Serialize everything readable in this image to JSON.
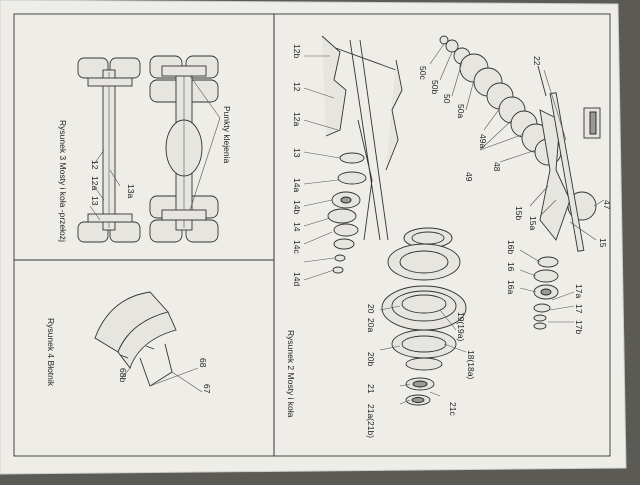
{
  "figures": {
    "fig3": {
      "caption": "Rysunek 3 Mosty i koła -przełożj",
      "label_punkty": "Punkty klejenia",
      "callouts": [
        "12",
        "12a",
        "13",
        "13a"
      ]
    },
    "fig4": {
      "caption": "Rysunek 4 Błotnik",
      "callouts": [
        "68",
        "67",
        "68b"
      ]
    },
    "fig2": {
      "caption": "Rysunek 2 Mosty i koła",
      "callouts": {
        "c12b": "12b",
        "c12": "12",
        "c12a": "12a",
        "c13": "13",
        "c14a": "14a",
        "c14b": "14b",
        "c14": "14",
        "c14c": "14c",
        "c14d": "14d",
        "c50c": "50c",
        "c50b": "50b",
        "c50": "50",
        "c50a": "50a",
        "c49a": "49a",
        "c49": "49",
        "c48": "48",
        "c22": "22",
        "c47": "47",
        "c15b": "15b",
        "c15a": "15a",
        "c15": "15",
        "c16b": "16b",
        "c16": "16",
        "c16a": "16a",
        "c17a": "17a",
        "c17": "17",
        "c17b": "17b",
        "c19": "19(19a)",
        "c18": "18(18a)",
        "c20": "20",
        "c20a": "20a",
        "c20b": "20b",
        "c21": "21",
        "c21a": "21a(21b)",
        "c21c": "21c"
      }
    }
  }
}
